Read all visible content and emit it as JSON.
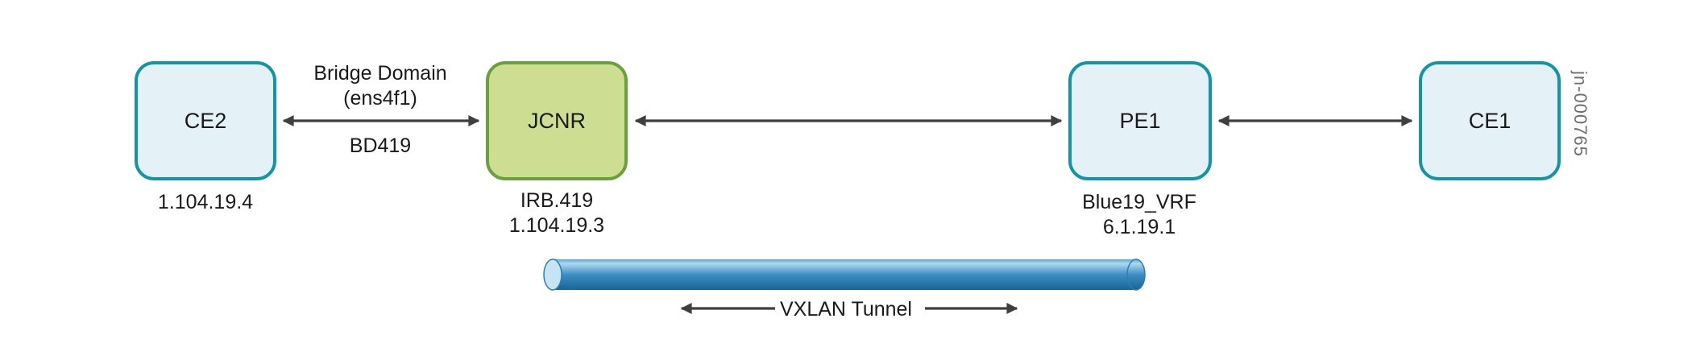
{
  "figure_id": "jn-000765",
  "nodes": {
    "ce2": {
      "label": "CE2",
      "ip": "1.104.19.4"
    },
    "jcnr": {
      "label": "JCNR",
      "interface": "IRB.419",
      "ip": "1.104.19.3"
    },
    "pe1": {
      "label": "PE1",
      "vrf": "Blue19_VRF",
      "ip": "6.1.19.1"
    },
    "ce1": {
      "label": "CE1"
    }
  },
  "links": {
    "ce2_jcnr": {
      "label_line1": "Bridge Domain",
      "label_line2": "(ens4f1)",
      "label_below": "BD419"
    }
  },
  "tunnel": {
    "label": "VXLAN Tunnel"
  },
  "colors": {
    "node_teal_border": "#1295a8",
    "node_blue_fill": "#e4f1f7",
    "jcnr_green_border": "#69a23c",
    "jcnr_green_fill": "#cdde92",
    "arrow": "#3f3f3f",
    "text": "#1a1a1a",
    "figure_id_text": "#6e6e6e",
    "tunnel_dark": "#1a6494",
    "tunnel_mid": "#3d8ec4",
    "tunnel_light": "#aed9ef",
    "tunnel_cap_fill": "#c6e4f2"
  }
}
